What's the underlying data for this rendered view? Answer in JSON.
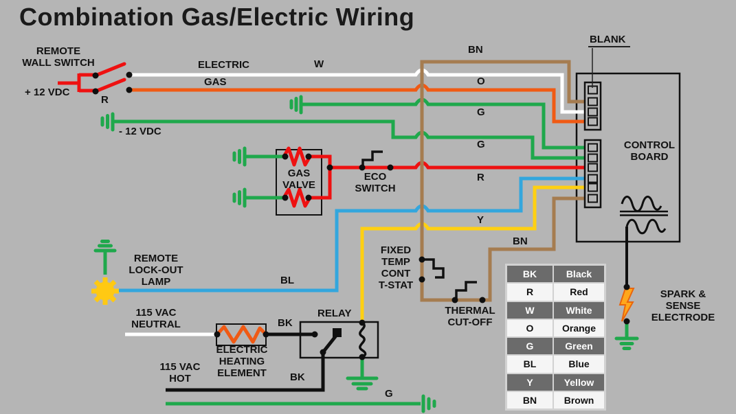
{
  "title": "Combination Gas/Electric Wiring",
  "labels": {
    "remote_wall_switch": "REMOTE\nWALL SWITCH",
    "plus_12vdc": "+ 12 VDC",
    "r_switch": "R",
    "electric": "ELECTRIC",
    "w": "W",
    "gas": "GAS",
    "bn_top": "BN",
    "o": "O",
    "minus_12vdc": "- 12 VDC",
    "g1": "G",
    "g2": "G",
    "blank": "BLANK",
    "control_board": "CONTROL\nBOARD",
    "gas_valve": "GAS\nVALVE",
    "eco_switch": "ECO\nSWITCH",
    "r_wire": "R",
    "y": "Y",
    "bn_bottom": "BN",
    "fixed_temp_tstat": "FIXED\nTEMP\nCONT\nT-STAT",
    "thermal_cutoff": "THERMAL\nCUT-OFF",
    "lockout_lamp": "REMOTE\nLOCK-OUT\nLAMP",
    "bl": "BL",
    "vac_neutral": "115 VAC\nNEUTRAL",
    "heating_element": "ELECTRIC\nHEATING\nELEMENT",
    "bk_top": "BK",
    "relay": "RELAY",
    "vac_hot": "115 VAC\nHOT",
    "bk_bottom": "BK",
    "g_bottom": "G",
    "spark_sense": "SPARK &\nSENSE\nELECTRODE"
  },
  "legend": {
    "rows": [
      {
        "code": "BK",
        "name": "Black"
      },
      {
        "code": "R",
        "name": "Red"
      },
      {
        "code": "W",
        "name": "White"
      },
      {
        "code": "O",
        "name": "Orange"
      },
      {
        "code": "G",
        "name": "Green"
      },
      {
        "code": "BL",
        "name": "Blue"
      },
      {
        "code": "Y",
        "name": "Yellow"
      },
      {
        "code": "BN",
        "name": "Brown"
      }
    ]
  },
  "colors": {
    "background": "#b5b5b5",
    "wire_red": "#ee1111",
    "wire_orange": "#f05a14",
    "wire_green": "#1fa84c",
    "wire_blue": "#33a6dd",
    "wire_yellow": "#ffd012",
    "wire_brown": "#a57c50",
    "wire_white": "#ffffff",
    "wire_black": "#0f0f0f",
    "lamp_yellow": "#ffc913",
    "legend_dark_row": "#6b6b6b",
    "legend_light_row": "#f5f5f5"
  }
}
